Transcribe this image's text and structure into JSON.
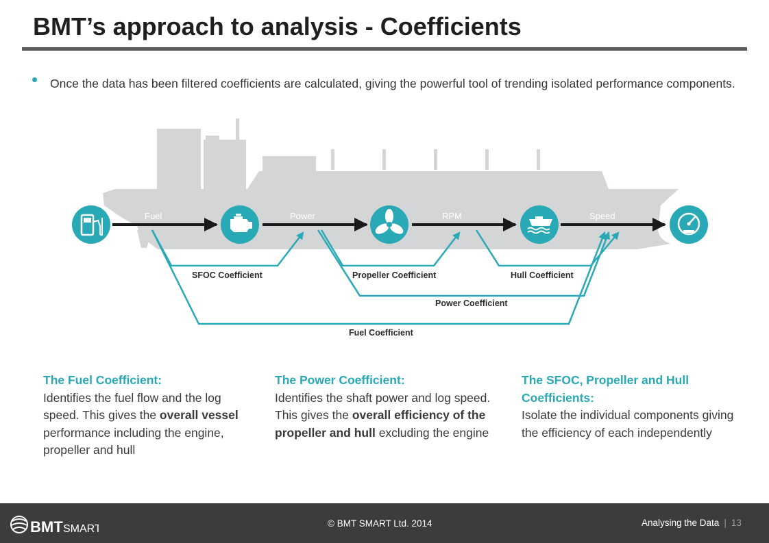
{
  "title": "BMT’s approach to analysis - Coefficients",
  "bullet": "Once the data has been filtered coefficients are calculated, giving the powerful tool of trending isolated performance components.",
  "diagram": {
    "flow_labels": [
      "Fuel",
      "Power",
      "RPM",
      "Speed"
    ],
    "coefficients": {
      "sfoc": "SFOC Coefficient",
      "propeller": "Propeller Coefficient",
      "hull": "Hull Coefficient",
      "power": "Power Coefficient",
      "fuel": "Fuel Coefficient"
    },
    "icons": [
      "fuel-pump-icon",
      "engine-icon",
      "propeller-icon",
      "hull-icon",
      "speedometer-icon"
    ],
    "colors": {
      "teal": "#29a9b5",
      "ship": "#d3d5d6",
      "arrow": "#1a1a1a"
    }
  },
  "descriptions": [
    {
      "heading": "The Fuel Coefficient:",
      "parts": [
        {
          "text": "Identifies the fuel flow and the log speed. This gives the ",
          "bold": false
        },
        {
          "text": "overall vessel",
          "bold": true
        },
        {
          "text": " performance including the engine, propeller and hull",
          "bold": false
        }
      ]
    },
    {
      "heading": "The Power Coefficient:",
      "parts": [
        {
          "text": "Identifies the shaft power and log speed. This gives the ",
          "bold": false
        },
        {
          "text": "overall efficiency of the propeller and hull",
          "bold": true
        },
        {
          "text": " excluding the engine",
          "bold": false
        }
      ]
    },
    {
      "heading": "The SFOC, Propeller and Hull Coefficients:",
      "parts": [
        {
          "text": "Isolate the individual components giving the efficiency of each independently",
          "bold": false
        }
      ]
    }
  ],
  "footer": {
    "logo_text": "BMT",
    "logo_sub": "SMART",
    "copyright": "© BMT SMART Ltd. 2014",
    "section": "Analysing the Data",
    "separator": "|",
    "page": "13"
  }
}
